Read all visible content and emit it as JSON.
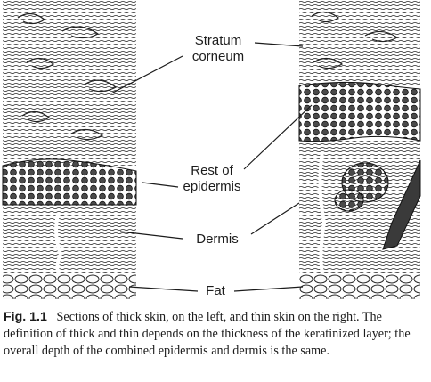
{
  "labels": {
    "stratum_line1": "Stratum",
    "stratum_line2": "corneum",
    "rest_line1": "Rest of",
    "rest_line2": "epidermis",
    "dermis": "Dermis",
    "fat": "Fat"
  },
  "caption": {
    "fig_num": "Fig. 1.1",
    "text": "Sections of thick skin, on the left, and thin skin on the right. The definition of thick and thin depends on the thickness of the keratinized layer; the overall depth of the combined epidermis and dermis is the same."
  },
  "colors": {
    "ink": "#1c1c1c",
    "paper": "#ffffff"
  }
}
